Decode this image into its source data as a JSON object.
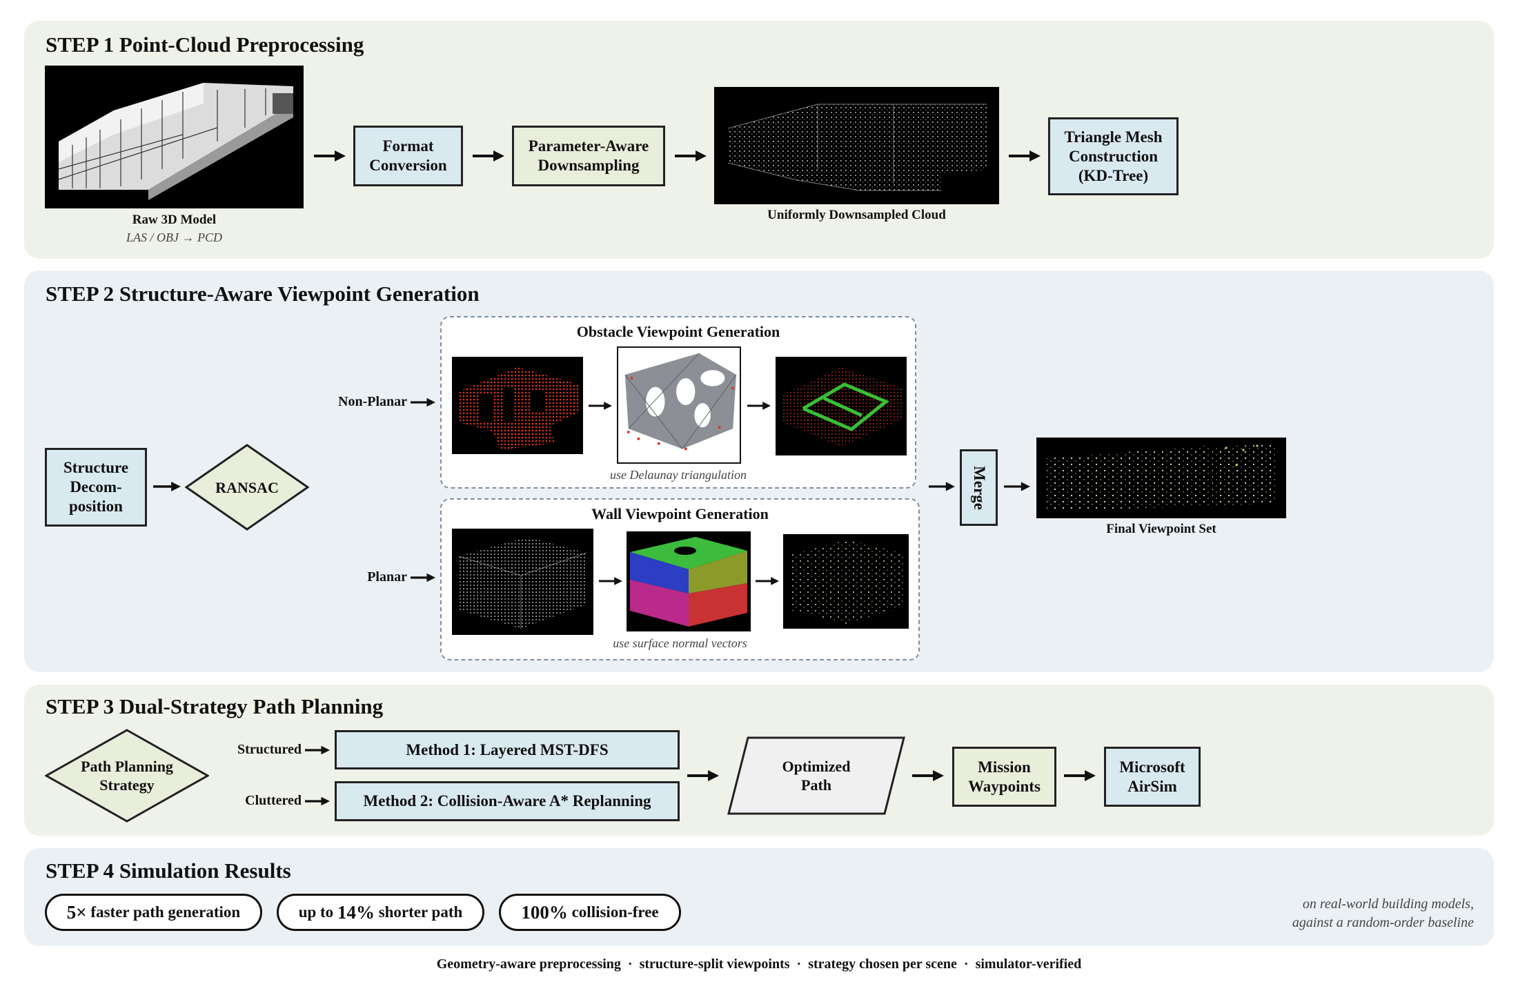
{
  "steps": {
    "s1": "STEP 1  Point-Cloud Preprocessing",
    "s2": "STEP 2  Structure-Aware Viewpoint Generation",
    "s3": "STEP 3  Dual-Strategy Path Planning",
    "s4": "STEP 4  Simulation Results"
  },
  "step1": {
    "raw_caption": "Raw 3D Model",
    "raw_sub": "LAS / OBJ → PCD",
    "format_conversion": [
      "Format",
      "Conversion"
    ],
    "downsampling": [
      "Parameter-Aware",
      "Downsampling"
    ],
    "down_caption": "Uniformly Downsampled Cloud",
    "mesh": [
      "Triangle Mesh",
      "Construction",
      "(KD-Tree)"
    ]
  },
  "step2": {
    "structure": [
      "Structure",
      "Decom-",
      "position"
    ],
    "ransac": "RANSAC",
    "nonplanar": "Non-Planar",
    "planar": "Planar",
    "obstacle_title": "Obstacle Viewpoint Generation",
    "obstacle_note": "use Delaunay triangulation",
    "wall_title": "Wall Viewpoint Generation",
    "wall_note": "use surface normal vectors",
    "merge": "Merge",
    "final_caption": "Final Viewpoint Set"
  },
  "step3": {
    "strategy": [
      "Path Planning",
      "Strategy"
    ],
    "structured": "Structured",
    "cluttered": "Cluttered",
    "method1": "Method 1: Layered MST-DFS",
    "method2": "Method 2: Collision-Aware A* Replanning",
    "optimized": [
      "Optimized",
      "Path"
    ],
    "mission": [
      "Mission",
      "Waypoints"
    ],
    "airsim": [
      "Microsoft",
      "AirSim"
    ]
  },
  "step4": {
    "r1_big": "5×",
    "r1_rest": " faster path generation",
    "r2_pre": "up to ",
    "r2_big": "14%",
    "r2_rest": " shorter path",
    "r3_big": "100%",
    "r3_rest": " collision-free",
    "note": [
      "on real-world building models,",
      "against a random-order baseline"
    ]
  },
  "footer": "Geometry-aware preprocessing  ·  structure-split viewpoints  ·  strategy chosen per scene  ·  simulator-verified",
  "colors": {
    "panel_green": "#eff2e8",
    "panel_blue": "#ebf0f4",
    "box_blue": "#d9e9f0",
    "box_green": "#e9eedb",
    "dash_border": "#7d8ea3"
  }
}
